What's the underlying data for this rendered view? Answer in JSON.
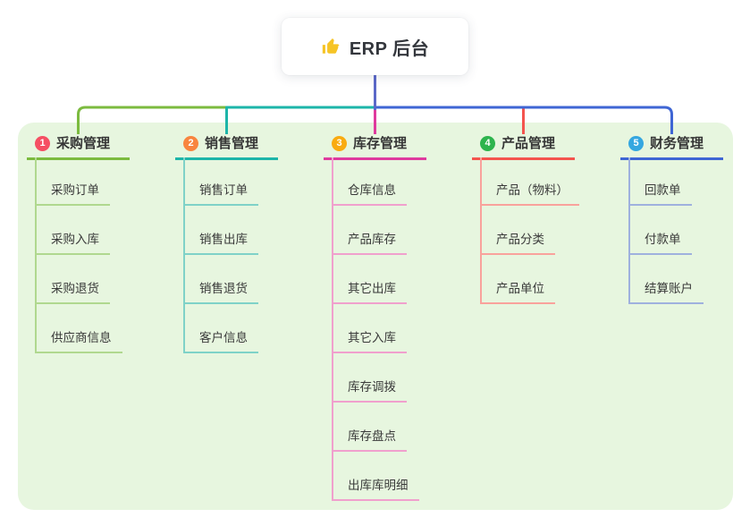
{
  "root": {
    "title": "ERP 后台",
    "icon": "thumbs-up-icon"
  },
  "colors": {
    "page_bg": "#ffffff",
    "panel_bg": "#e7f6df",
    "root_connector": "#5b68c8",
    "root_text": "#33363c",
    "header_text": "#363636",
    "child_text": "#3a3a3a",
    "thumb_icon": "#f6c426"
  },
  "branches": [
    {
      "num": "1",
      "label": "采购管理",
      "badge_color": "#f54f63",
      "line_color": "#7cbb3f",
      "child_line_color": "#b0d88f",
      "children": [
        "采购订单",
        "采购入库",
        "采购退货",
        "供应商信息"
      ]
    },
    {
      "num": "2",
      "label": "销售管理",
      "badge_color": "#f8853f",
      "line_color": "#1db5a9",
      "child_line_color": "#7fd2c8",
      "children": [
        "销售订单",
        "销售出库",
        "销售退货",
        "客户信息"
      ]
    },
    {
      "num": "3",
      "label": "库存管理",
      "badge_color": "#f9ab11",
      "line_color": "#df3a9e",
      "child_line_color": "#f0a0cd",
      "children": [
        "仓库信息",
        "产品库存",
        "其它出库",
        "其它入库",
        "库存调拨",
        "库存盘点",
        "出库库明细"
      ]
    },
    {
      "num": "4",
      "label": "产品管理",
      "badge_color": "#2db44d",
      "line_color": "#f4544e",
      "child_line_color": "#f9a29c",
      "children": [
        "产品（物料）",
        "产品分类",
        "产品单位"
      ]
    },
    {
      "num": "5",
      "label": "财务管理",
      "badge_color": "#35a7e0",
      "line_color": "#3f66d4",
      "child_line_color": "#9fb1de",
      "children": [
        "回款单",
        "付款单",
        "结算账户"
      ]
    }
  ]
}
